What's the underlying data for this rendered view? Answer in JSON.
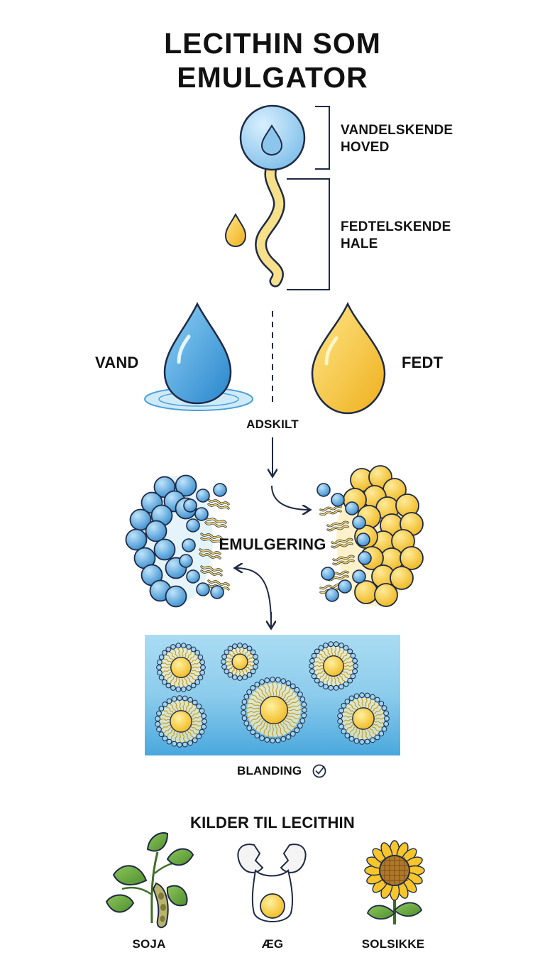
{
  "title": {
    "line1": "LECITHIN SOM",
    "line2": "EMULGATOR"
  },
  "molecule": {
    "head_label_line1": "VANDELSKENDE",
    "head_label_line2": "HOVED",
    "tail_label_line1": "FEDTELSKENDE",
    "tail_label_line2": "HALE"
  },
  "separation": {
    "water_label": "VAND",
    "fat_label": "FEDT",
    "separated_label": "ADSKILT"
  },
  "emulsification": {
    "label": "EMULGERING"
  },
  "mixture": {
    "label": "BLANDING"
  },
  "sources": {
    "heading": "KILDER TIL LECITHIN",
    "items": [
      {
        "label": "SOJA",
        "icon": "soy-plant-icon"
      },
      {
        "label": "ÆG",
        "icon": "cracked-egg-icon"
      },
      {
        "label": "SOLSIKKE",
        "icon": "sunflower-icon"
      }
    ]
  },
  "colors": {
    "water_blue": "#4a9fd8",
    "fat_yellow": "#f5c842",
    "outline": "#1f2a44",
    "tail_yellow": "#f6e08a",
    "background_band": "#8fcdeb"
  }
}
